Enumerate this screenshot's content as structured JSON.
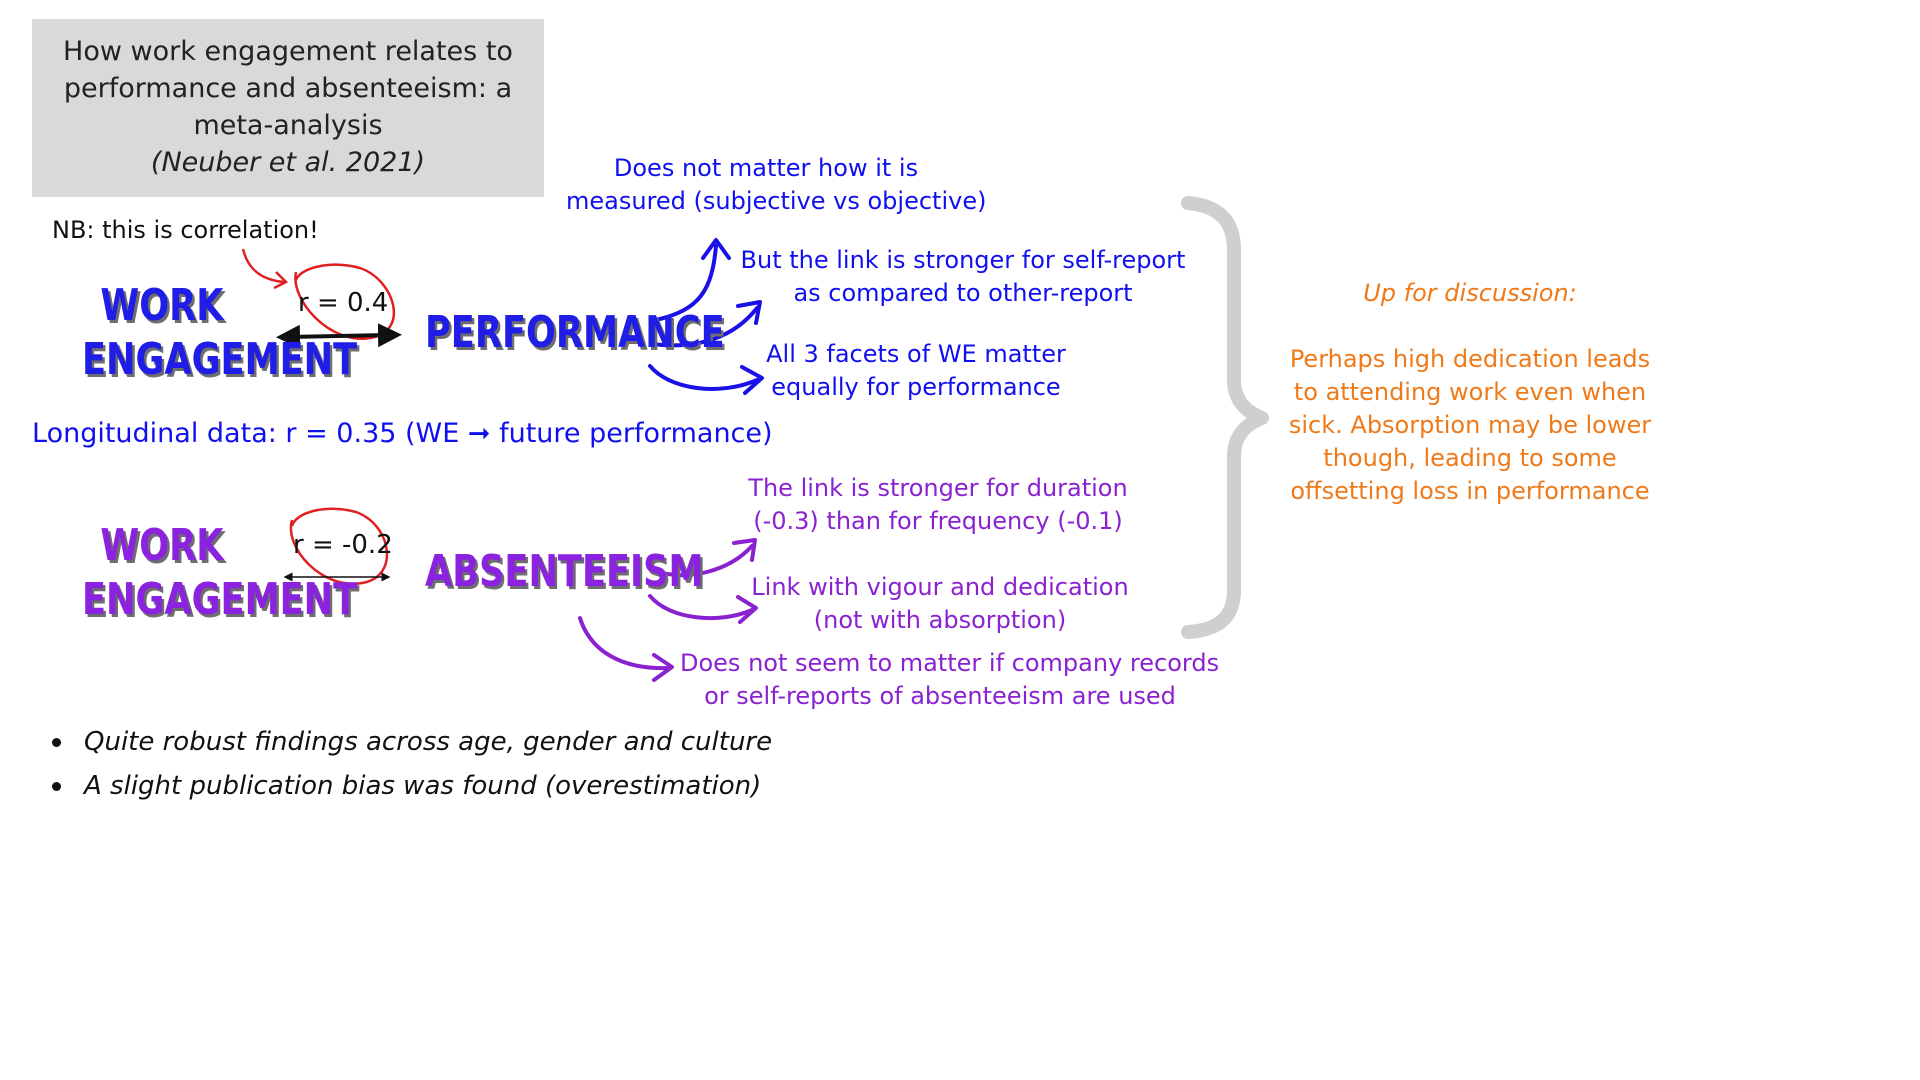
{
  "title": {
    "line1": "How work engagement relates to",
    "line2": "performance and absenteeism: a",
    "line3": "meta-analysis",
    "citation": "(Neuber et al. 2021)"
  },
  "nb_note": "NB: this is correlation!",
  "performance_block": {
    "left_line1": "WORK",
    "left_line2": "ENGAGEMENT",
    "right": "PERFORMANCE",
    "correlation": "r = 0.4",
    "notes": [
      {
        "line1": "Does not matter how it is",
        "line2": "measured (subjective vs objective)"
      },
      {
        "line1": "But the link is stronger for self-report",
        "line2": "as compared to other-report"
      },
      {
        "line1": "All 3 facets of WE matter",
        "line2": "equally for performance"
      }
    ]
  },
  "longitudinal": "Longitudinal data: r = 0.35 (WE ➞ future performance)",
  "absenteeism_block": {
    "left_line1": "WORK",
    "left_line2": "ENGAGEMENT",
    "right": "ABSENTEEISM",
    "correlation": "r = -0.2",
    "notes": [
      {
        "line1": "The link is stronger for duration",
        "line2": "(-0.3) than for frequency (-0.1)"
      },
      {
        "line1": "Link with vigour and dedication",
        "line2": "(not with absorption)"
      },
      {
        "line1": "Does not seem to matter if company records",
        "line2": "or self-reports of absenteeism are used"
      }
    ]
  },
  "discussion": {
    "heading": "Up for discussion:",
    "lines": [
      "Perhaps high dedication leads",
      "to attending work even when",
      "sick. Absorption may be lower",
      "though, leading to some",
      "offsetting loss in performance"
    ]
  },
  "bullets": [
    "Quite robust findings across age, gender and culture",
    "A slight publication bias was found (overestimation)"
  ],
  "colors": {
    "blue": "#1010ee",
    "purple": "#8a22d0",
    "orange": "#ee7a1a",
    "red": "#e02020",
    "title_bg": "#d9d9d9",
    "brace": "#cfcfcf"
  }
}
